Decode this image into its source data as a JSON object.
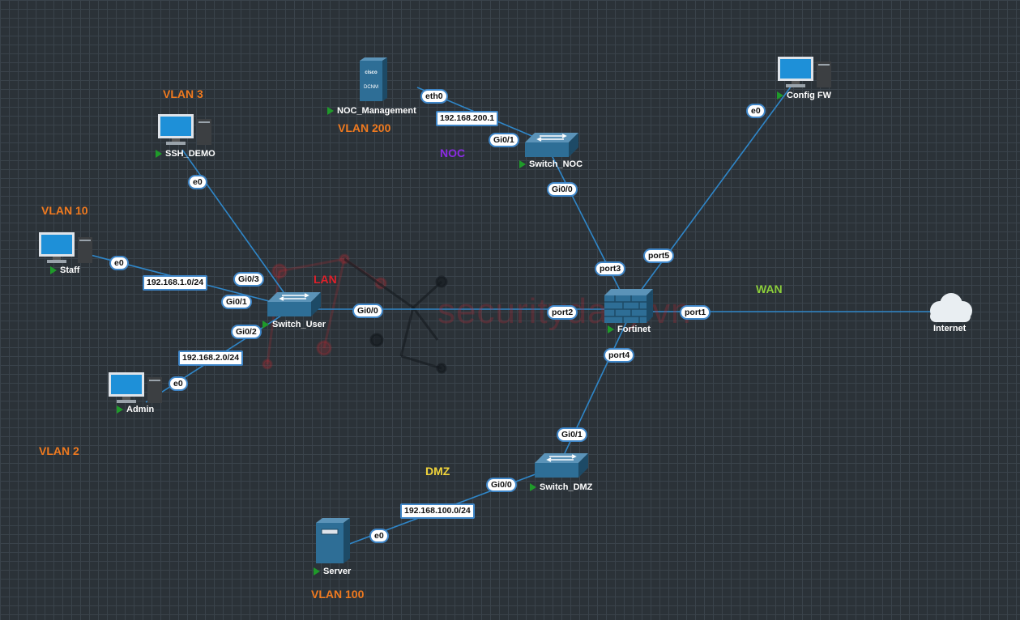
{
  "zones": {
    "vlan3": "VLAN 3",
    "vlan10": "VLAN 10",
    "vlan2": "VLAN 2",
    "vlan200": "VLAN 200",
    "vlan100": "VLAN 100",
    "noc": "NOC",
    "lan": "LAN",
    "wan": "WAN",
    "dmz": "DMZ"
  },
  "zone_colors": {
    "vlan": "#f07a1f",
    "noc": "#8a2be2",
    "lan": "#e0202a",
    "wan": "#8ccf3a",
    "dmz": "#f0d43a"
  },
  "nodes": {
    "noc_management": "NOC_Management",
    "dcnm_badge": "DCNM",
    "cisco_badge": "cisco",
    "ssh_demo": "SSH_DEMO",
    "staff": "Staff",
    "admin": "Admin",
    "switch_user": "Switch_User",
    "switch_noc": "Switch_NOC",
    "switch_dmz": "Switch_DMZ",
    "fortinet": "Fortinet",
    "config_fw": "Config FW",
    "internet": "Internet",
    "server": "Server"
  },
  "ports": {
    "noc_eth0": "eth0",
    "noc_sw_gi01": "Gi0/1",
    "noc_sw_gi00": "Gi0/0",
    "ssh_e0": "e0",
    "user_gi03": "Gi0/3",
    "staff_e0": "e0",
    "user_gi01": "Gi0/1",
    "user_gi02": "Gi0/2",
    "admin_e0": "e0",
    "user_gi00": "Gi0/0",
    "fw_port3": "port3",
    "fw_port5": "port5",
    "fw_port2": "port2",
    "fw_port1": "port1",
    "fw_port4": "port4",
    "cfg_e0": "e0",
    "dmz_gi01": "Gi0/1",
    "dmz_gi00": "Gi0/0",
    "server_e0": "e0"
  },
  "subnets": {
    "noc": "192.168.200.1",
    "vlan10": "192.168.1.0/24",
    "vlan2": "192.168.2.0/24",
    "dmz": "192.168.100.0/24"
  },
  "colors": {
    "background": "#2b3238",
    "grid": "#3a434b",
    "link": "#2f86c8",
    "device": "#2e6e96",
    "node_text": "#ffffff",
    "run_indicator": "#1f9a2a"
  },
  "watermark": "securitydaily.vn"
}
